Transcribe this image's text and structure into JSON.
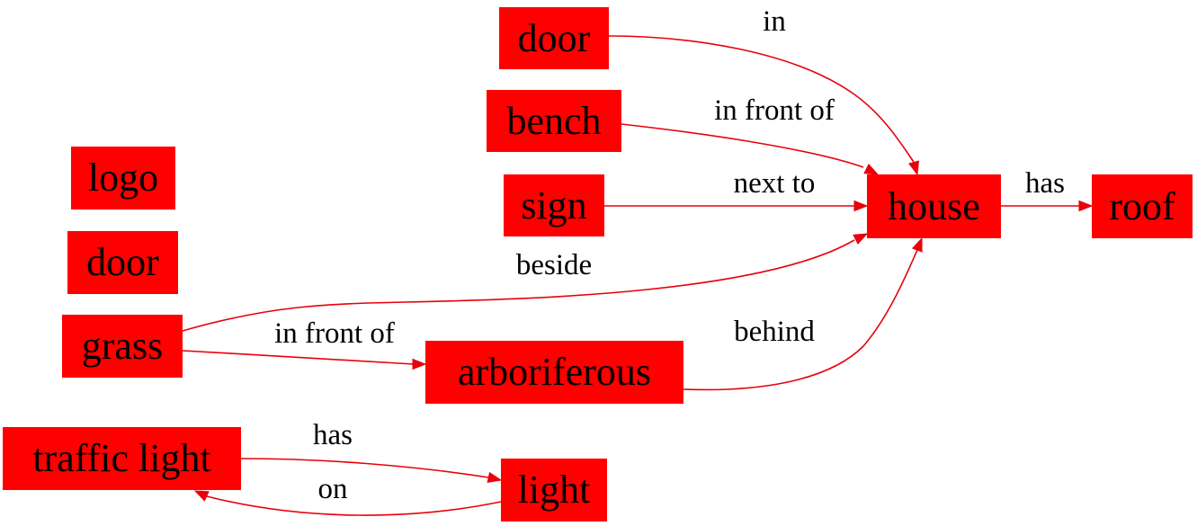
{
  "colors": {
    "node_fill": "#ff0000",
    "edge": "#e8000b",
    "text": "#000000"
  },
  "nodes": {
    "door_top": "door",
    "bench": "bench",
    "sign": "sign",
    "house": "house",
    "roof": "roof",
    "logo": "logo",
    "door_left": "door",
    "grass": "grass",
    "arboriferous": "arboriferous",
    "traffic_light": "traffic light",
    "light": "light"
  },
  "edges": [
    {
      "from": "door",
      "to": "house",
      "label": "in"
    },
    {
      "from": "bench",
      "to": "house",
      "label": "in front of"
    },
    {
      "from": "sign",
      "to": "house",
      "label": "next to"
    },
    {
      "from": "house",
      "to": "roof",
      "label": "has"
    },
    {
      "from": "grass",
      "to": "house",
      "label": "beside"
    },
    {
      "from": "grass",
      "to": "arboriferous",
      "label": "in front of"
    },
    {
      "from": "arboriferous",
      "to": "house",
      "label": "behind"
    },
    {
      "from": "traffic light",
      "to": "light",
      "label": "has"
    },
    {
      "from": "light",
      "to": "traffic light",
      "label": "on"
    }
  ]
}
